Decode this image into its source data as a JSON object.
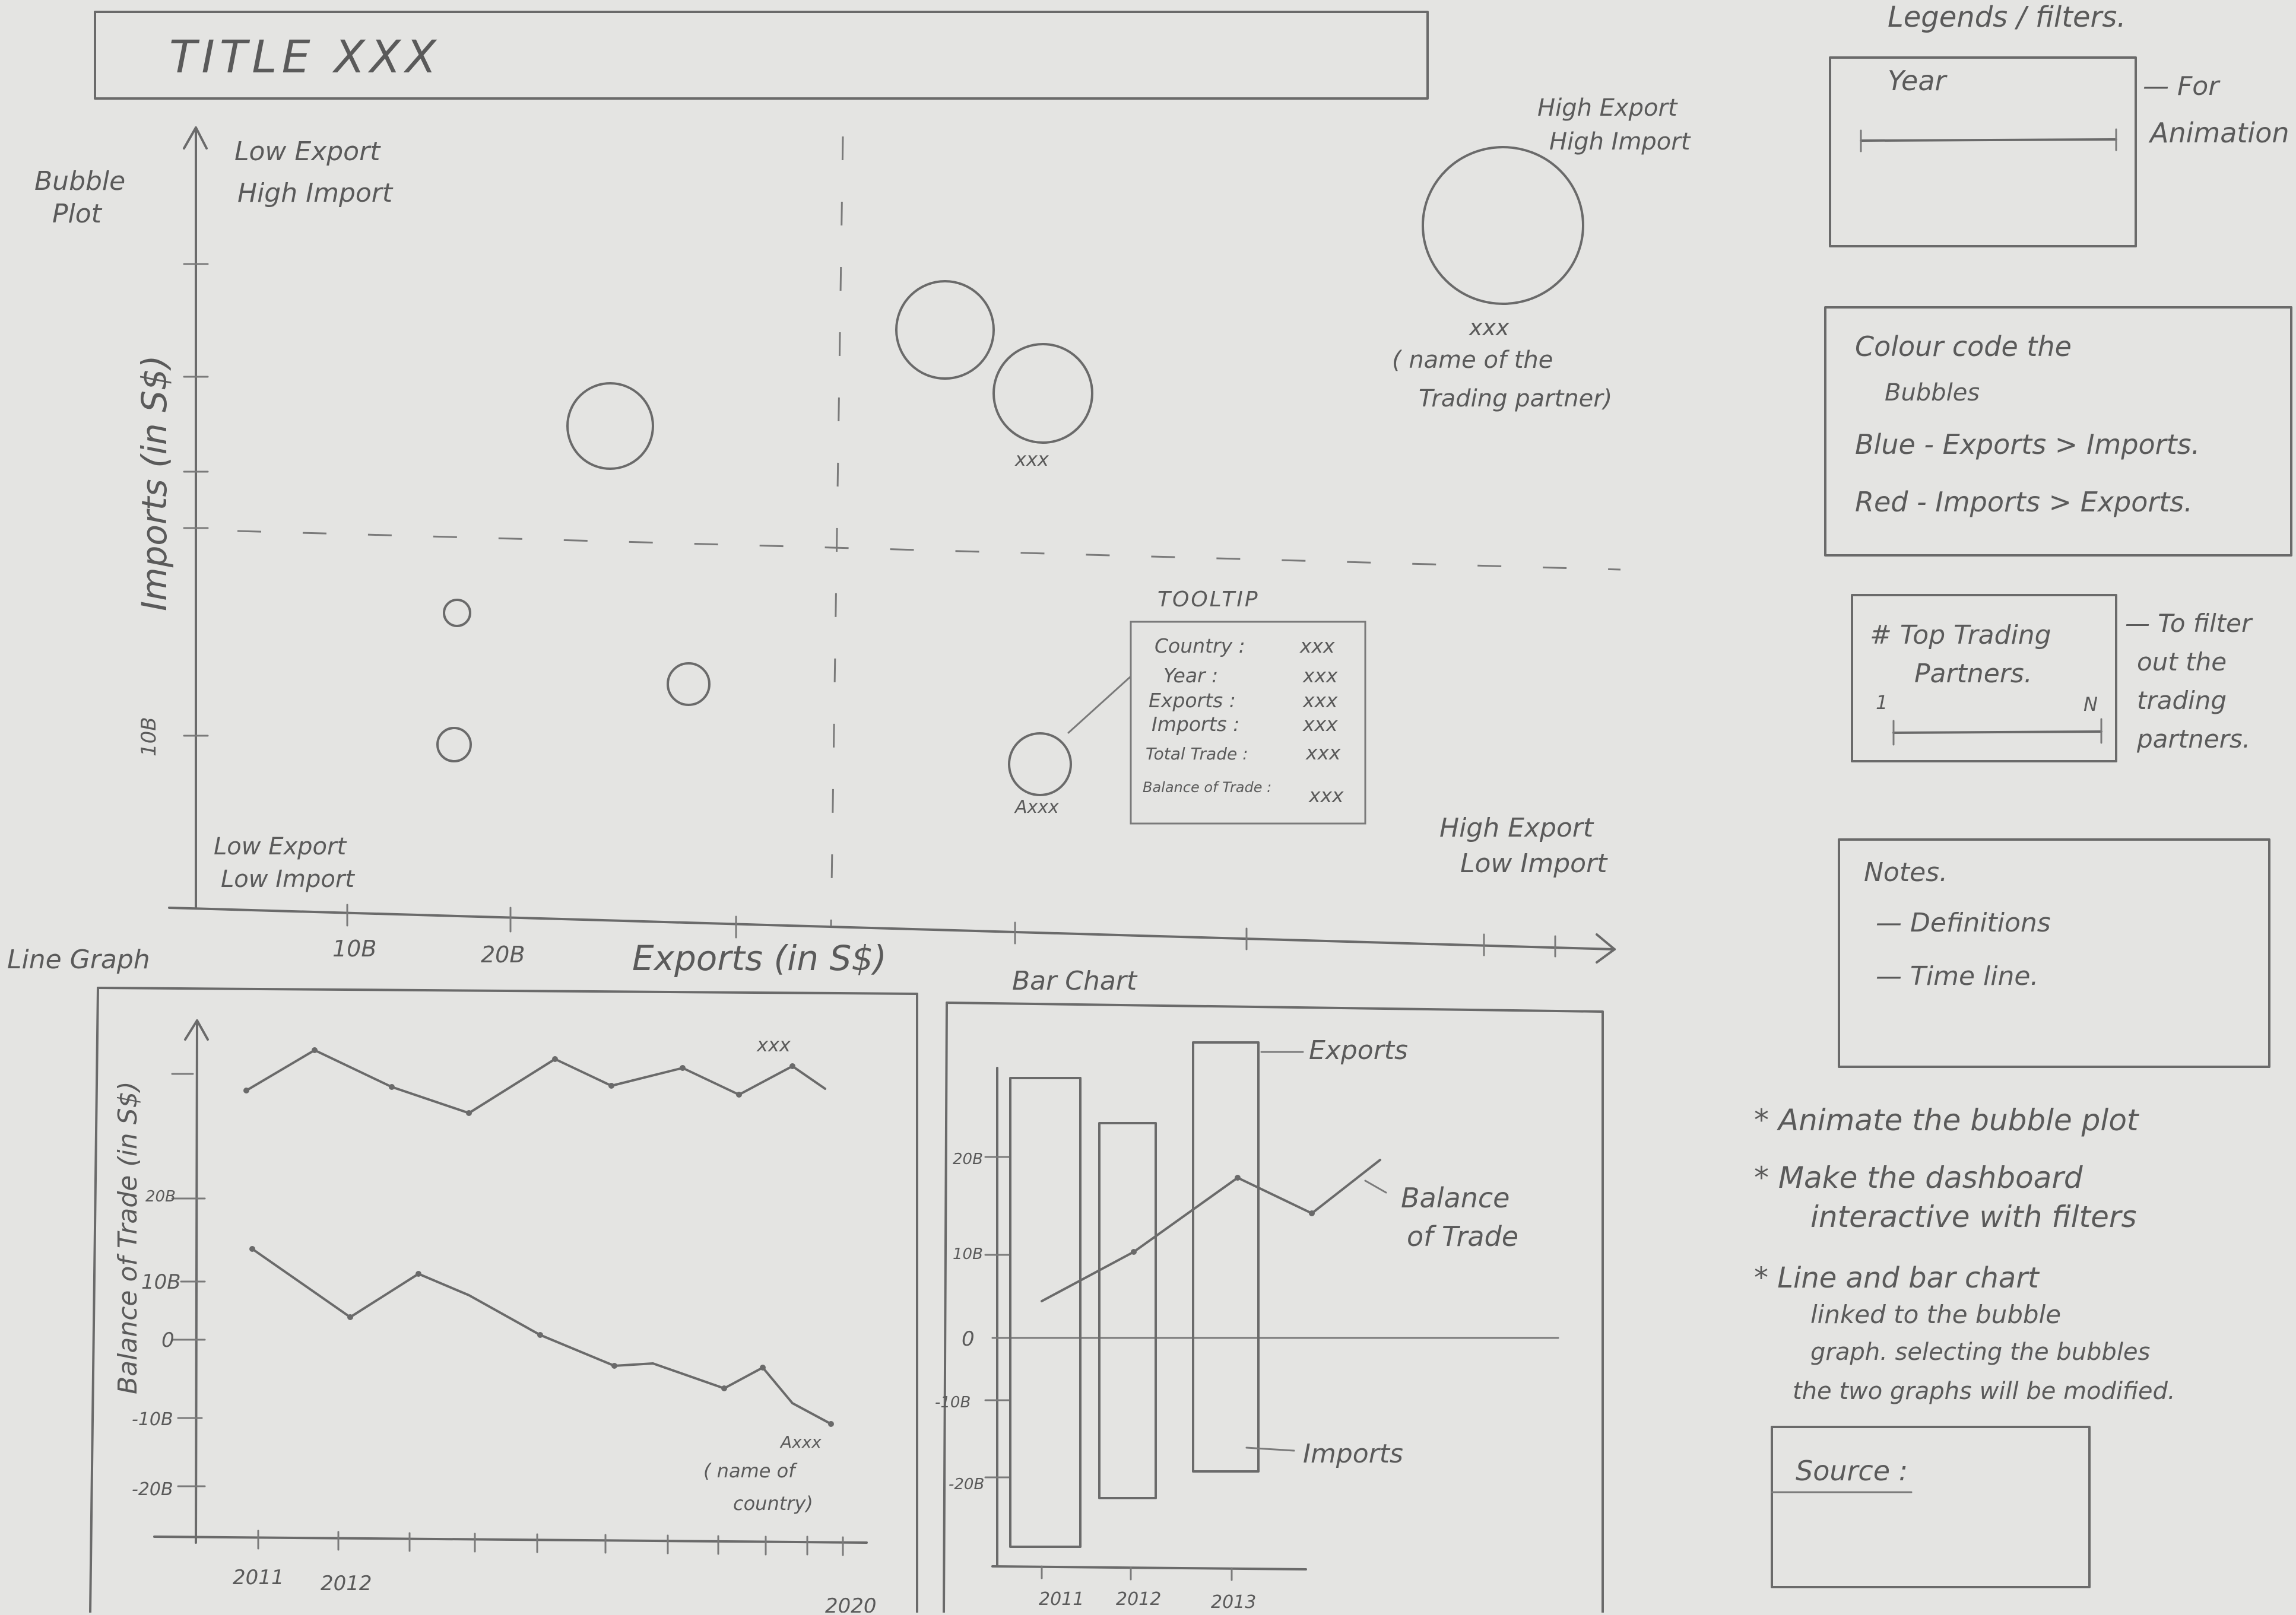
{
  "title": "TITLE  XXX",
  "bubble_plot": {
    "label": [
      "Bubble",
      "Plot"
    ],
    "y_axis_label": "Imports (in S$)",
    "y_tick": "10B",
    "x_axis_label": "Exports (in S$)",
    "x_ticks": [
      "10B",
      "20B"
    ],
    "quadrants": {
      "top_left": [
        "Low Export",
        "High Import"
      ],
      "top_right": [
        "High Export",
        "High Import"
      ],
      "bottom_left": [
        "Low Export",
        "Low Import"
      ],
      "bottom_right": [
        "High Export",
        "Low Import"
      ]
    },
    "bubble_label": "xxx",
    "big_bubble_label": "xxx",
    "big_bubble_note": [
      "( name of the",
      "Trading partner)"
    ],
    "small_bubble_label": "Axxx",
    "tooltip": {
      "heading": "TOOLTIP",
      "rows": [
        {
          "k": "Country :",
          "v": "xxx"
        },
        {
          "k": "Year :",
          "v": "xxx"
        },
        {
          "k": "Exports :",
          "v": "xxx"
        },
        {
          "k": "Imports :",
          "v": "xxx"
        },
        {
          "k": "Total Trade :",
          "v": "xxx"
        },
        {
          "k": "Balance of Trade :",
          "v": "xxx"
        }
      ]
    }
  },
  "line_graph": {
    "label": "Line Graph",
    "y_axis_label": "Balance of Trade (in S$)",
    "y_ticks": [
      "20B",
      "10B",
      "0",
      "-10B",
      "-20B"
    ],
    "x_ticks": [
      "2011",
      "2012",
      "2020"
    ],
    "series_label": "xxx",
    "series2_label": "Axxx",
    "note": [
      "( name of",
      "country)"
    ]
  },
  "bar_chart": {
    "label": "Bar Chart",
    "y_ticks": [
      "20B",
      "10B",
      "0",
      "-10B",
      "-20B"
    ],
    "x_ticks": [
      "2011",
      "2012",
      "2013"
    ],
    "exports_label": "Exports",
    "imports_label": "Imports",
    "balance_label": [
      "Balance",
      "of Trade"
    ]
  },
  "legends": {
    "heading": "Legends / filters.",
    "year_box_label": "Year",
    "year_note": [
      "— For",
      "Animation"
    ],
    "colour_note": [
      "Colour code the",
      "Bubbles",
      "Blue - Exports > Imports.",
      "Red  -  Imports > Exports."
    ],
    "top_partners_label": [
      "# Top Trading",
      "Partners."
    ],
    "slider_min": "1",
    "slider_max": "N",
    "top_partners_note": [
      "— To filter",
      "out the",
      "trading",
      "partners."
    ],
    "notes": [
      "Notes.",
      "— Definitions",
      "— Time line."
    ]
  },
  "todo": [
    "* Animate the bubble plot",
    "* Make the dashboard",
    "interactive with filters",
    "* Line and bar chart",
    "linked to the bubble",
    "graph. selecting the bubbles",
    "the two graphs will be modified."
  ],
  "source_label": "Source :"
}
